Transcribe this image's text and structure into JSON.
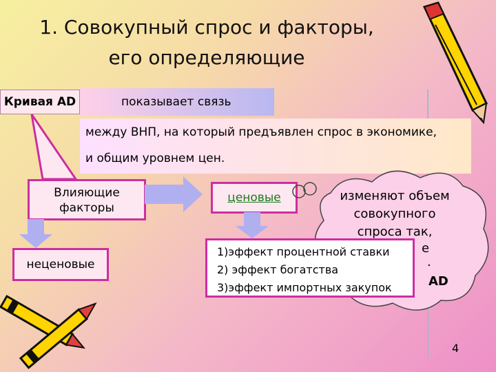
{
  "title_line1": "1. Совокупный спрос и факторы,",
  "title_line2": "его определяющие",
  "curve_label": "Кривая AD",
  "shows_link": "показывает связь",
  "link_line1": "между ВНП, на который предъявлен спрос в экономике,",
  "link_line2": "и общим уровнем цен.",
  "factors": "Влияющие факторы",
  "nonprice": "неценовые",
  "price": "ценовые",
  "cloud_line1": "изменяют объем",
  "cloud_line2": "совокупного",
  "cloud_line3": "спроса так,",
  "cloud_tail1": "е",
  "cloud_tail2": ".",
  "cloud_tail3": "AD",
  "effects": [
    "1)эффект процентной ставки",
    "2) эффект богатства",
    "3)эффект импортных закупок"
  ],
  "page_number": "4",
  "colors": {
    "magenta": "#cc2ea0",
    "lavender": "#b0b0f0",
    "green": "#1a7a1a"
  }
}
